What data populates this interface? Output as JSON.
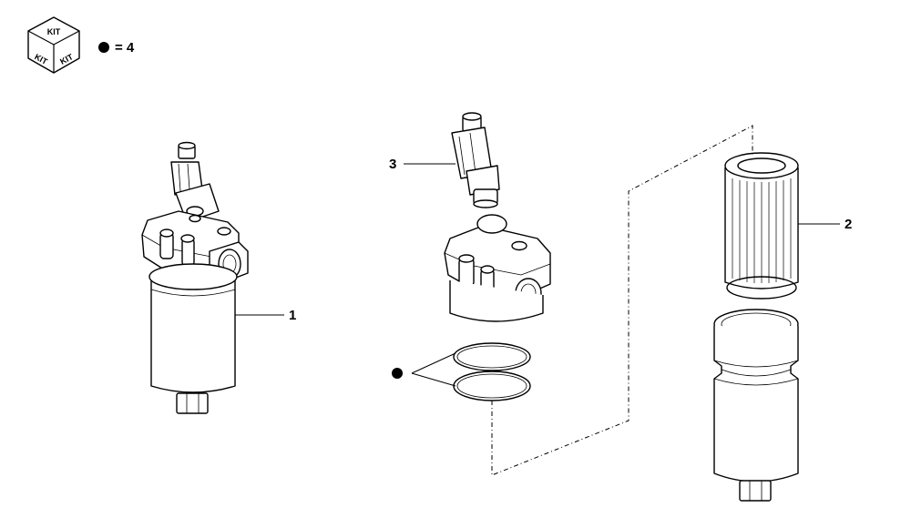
{
  "legend": {
    "kit_top": "KIT",
    "kit_left": "KIT",
    "kit_right": "KIT",
    "bullet_text": "= 4"
  },
  "callouts": {
    "part_1": "1",
    "part_2": "2",
    "part_3": "3"
  }
}
